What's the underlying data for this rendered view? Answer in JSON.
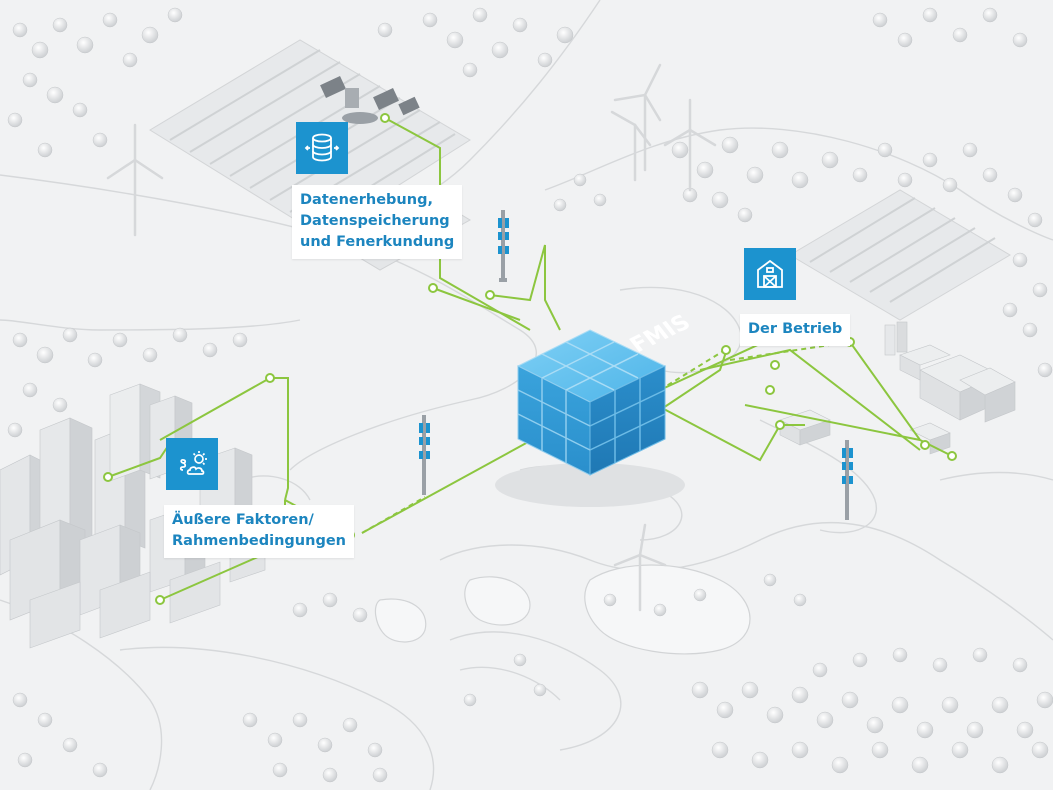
{
  "cube": {
    "label": "FMIS"
  },
  "callouts": {
    "data": {
      "icon": "database-icon",
      "lines": [
        "Datenerhebung,",
        "Datenspeicherung",
        "und Fenerkundung"
      ]
    },
    "farm": {
      "icon": "barn-icon",
      "lines": [
        "Der Betrieb"
      ]
    },
    "factors": {
      "icon": "paragraph-weather-icon",
      "lines": [
        "Äußere Faktoren/",
        "Rahmenbedingungen"
      ]
    }
  },
  "colors": {
    "accent_blue": "#1c93cf",
    "label_blue": "#1c85bf",
    "connector_green": "#8cc63f",
    "background": "#f1f2f3"
  }
}
